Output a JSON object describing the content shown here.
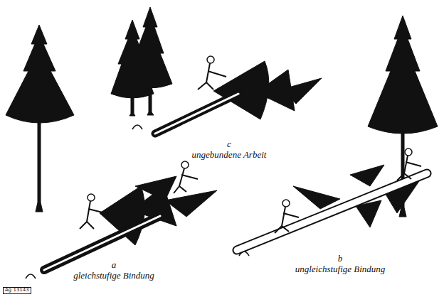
{
  "diagram": {
    "labels": [
      "c",
      "ungebundene Arbeit",
      "a",
      "gleichstufige Bindung",
      "b",
      "ungleichstufige Bindung",
      "Ag 13143"
    ]
  }
}
